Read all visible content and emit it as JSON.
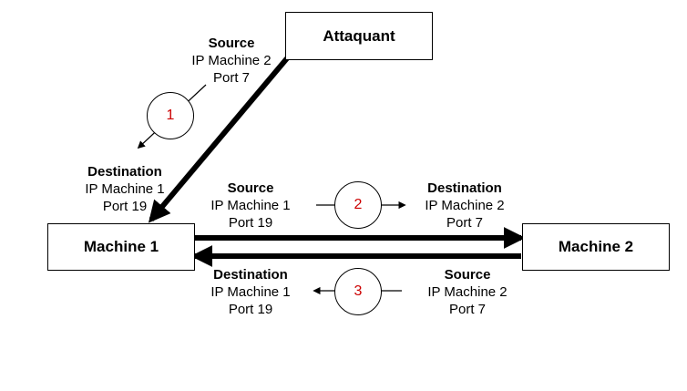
{
  "nodes": {
    "attacker": "Attaquant",
    "machine1": "Machine 1",
    "machine2": "Machine 2"
  },
  "step1": {
    "number": "1",
    "source": {
      "title": "Source",
      "ip": "IP Machine 2",
      "port": "Port 7"
    },
    "destination": {
      "title": "Destination",
      "ip": "IP Machine 1",
      "port": "Port 19"
    }
  },
  "step2": {
    "number": "2",
    "source": {
      "title": "Source",
      "ip": "IP Machine 1",
      "port": "Port 19"
    },
    "destination": {
      "title": "Destination",
      "ip": "IP Machine 2",
      "port": "Port 7"
    }
  },
  "step3": {
    "number": "3",
    "destination": {
      "title": "Destination",
      "ip": "IP Machine 1",
      "port": "Port 19"
    },
    "source": {
      "title": "Source",
      "ip": "IP Machine 2",
      "port": "Port 7"
    }
  },
  "colors": {
    "step_number": "#cc0000",
    "line": "#000000"
  }
}
